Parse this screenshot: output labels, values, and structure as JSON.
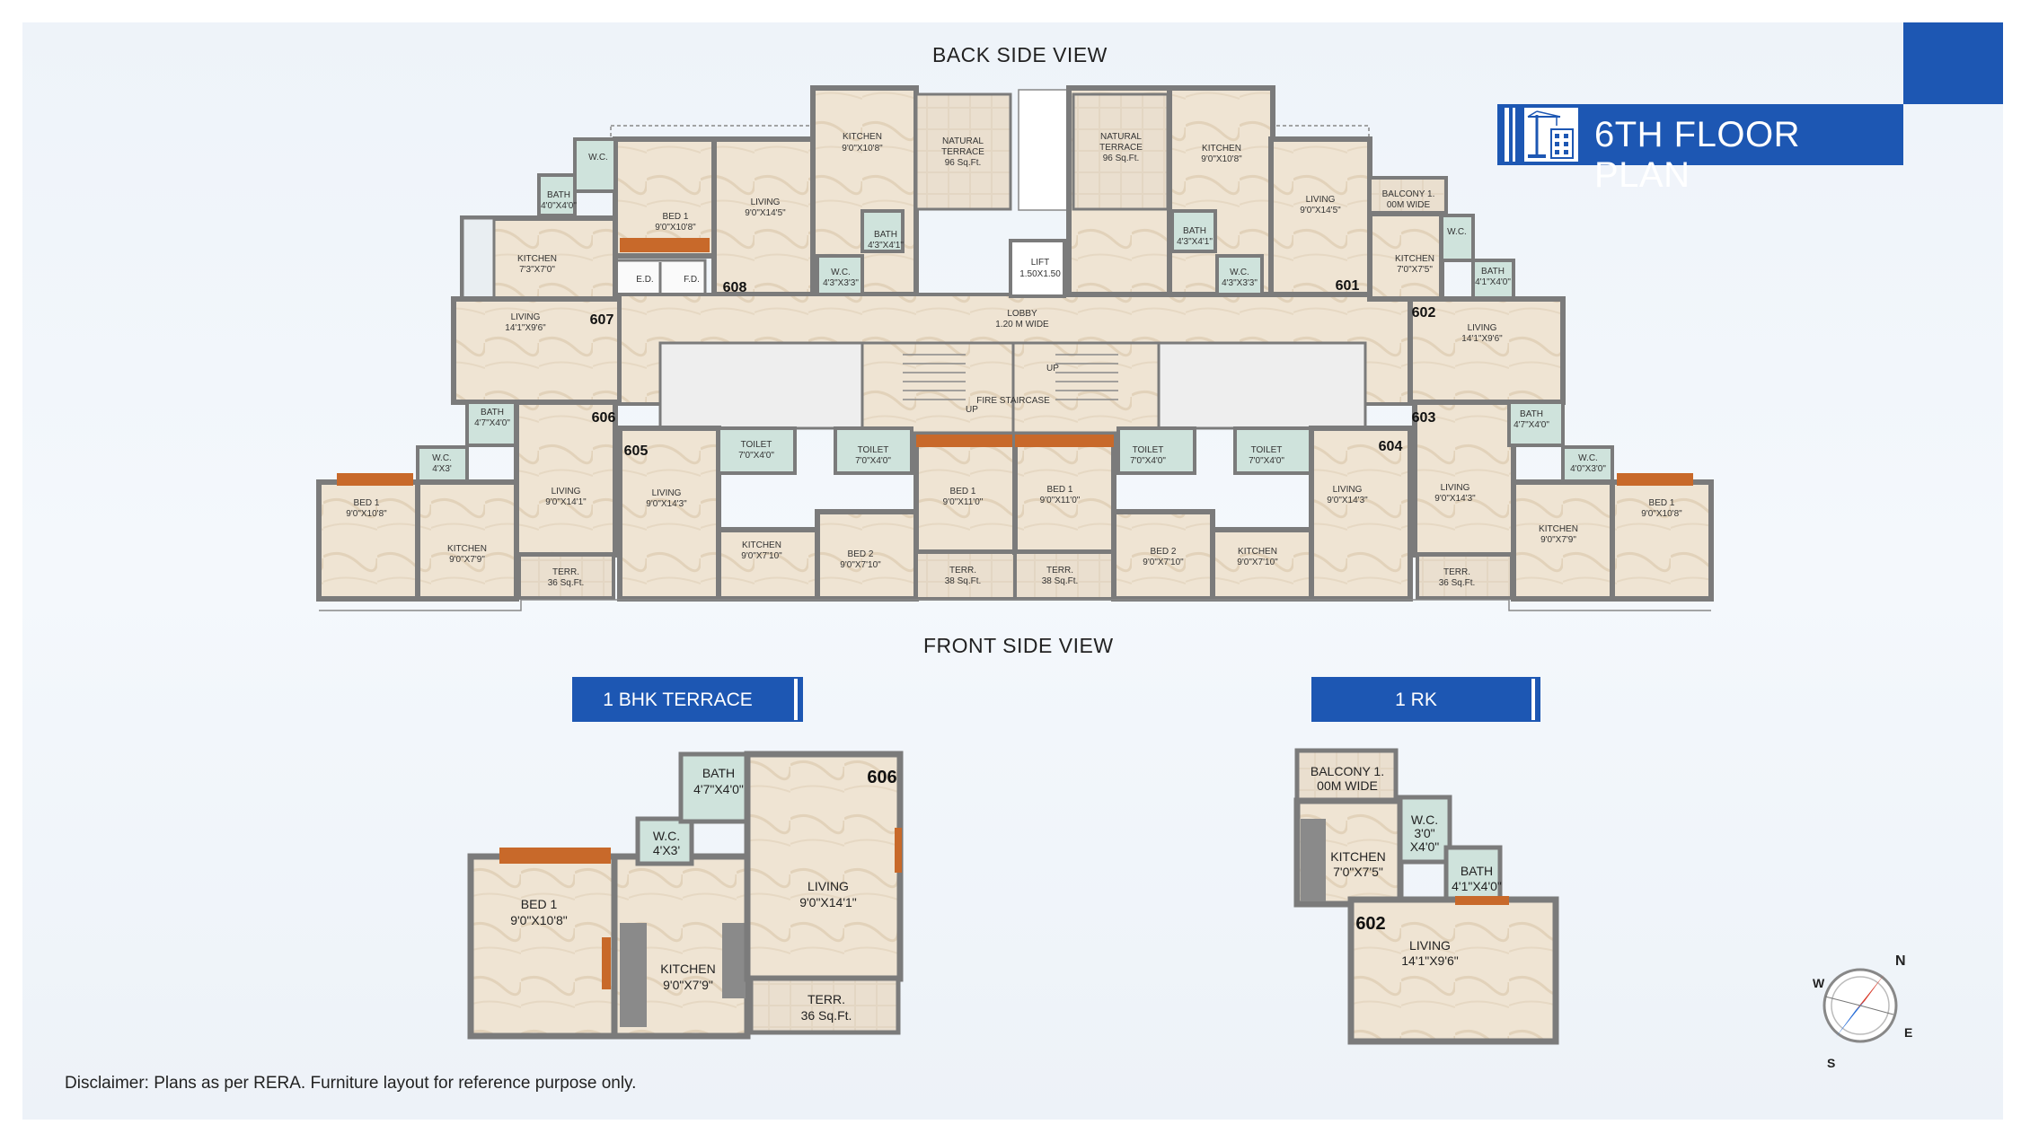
{
  "title": "6TH FLOOR PLAN",
  "views": {
    "back": "BACK SIDE VIEW",
    "front": "FRONT SIDE VIEW"
  },
  "units_main": {
    "u601": "601",
    "u602": "602",
    "u603": "603",
    "u604": "604",
    "u605": "605",
    "u606": "606",
    "u607": "607",
    "u608": "608"
  },
  "rooms": {
    "kitchen": "KITCHEN",
    "living": "LIVING",
    "bed1": "BED 1",
    "bed2": "BED 2",
    "bath": "BATH",
    "wc": "W.C.",
    "toilet": "TOILET",
    "terr": "TERR.",
    "natural_terrace": "NATURAL",
    "natural_terrace2": "TERRACE",
    "balcony": "BALCONY",
    "lift": "LIFT",
    "lobby": "LOBBY",
    "fire_staircase": "FIRE STAIRCASE",
    "up": "UP",
    "ed": "E.D.",
    "fd": "F.D."
  },
  "dims": {
    "k_9x10_8": "9'0\"X10'8\"",
    "liv_9x14_5": "9'0\"X14'5\"",
    "bed_9x10_8": "9'0\"X10'8\"",
    "nat_96": "96 Sq.Ft.",
    "bath_4_3x4_1": "4'3\"X4'1\"",
    "wc_4_3x3_3": "4'3\"X3'3\"",
    "lift_dim": "1.50X1.50",
    "lobby_dim": "1.20 M WIDE",
    "k_7_3x7": "7'3\"X7'0\"",
    "k_7x7_5": "7'0\"X7'5\"",
    "liv_14_1x9_6": "14'1\"X9'6\"",
    "bath_4x4": "4'0\"X4'0\"",
    "bath_4_1x4": "4'1\"X4'0\"",
    "wc_3x4": "3'0\" X4'0\"",
    "balc_1m": "1.00M WIDE",
    "balc_00m": "00M WIDE",
    "balc_1": "BALCONY 1.",
    "bath_4_7x4": "4'7\"X4'0\"",
    "wc_4x3": "4'X3'",
    "wc_4x3_0": "4'0\"X3'0\"",
    "liv_9x14_1": "9'0\"X14'1\"",
    "k_9x7_9": "9'0\"X7'9\"",
    "terr_36": "36 Sq.Ft.",
    "terr_38": "38 Sq.Ft.",
    "toilet_7x4": "7'0\"X4'0\"",
    "liv_9x14_3": "9'0\"X14'3\"",
    "k_9x7_10": "9'0\"X7'10\"",
    "bed2_9x7_10": "9'0\"X7'10\"",
    "bed1_9x11": "9'0\"X11'0\""
  },
  "unit_badges": {
    "bhk_terrace": "1 BHK TERRACE",
    "rk": "1 RK"
  },
  "detail_606": {
    "unit": "606",
    "bath": "BATH",
    "bath_dim": "4'7\"X4'0\"",
    "wc": "W.C.",
    "wc_dim": "4'X3'",
    "living": "LIVING",
    "living_dim": "9'0\"X14'1\"",
    "bed": "BED 1",
    "bed_dim": "9'0\"X10'8\"",
    "kitchen": "KITCHEN",
    "kitchen_dim": "9'0\"X7'9\"",
    "terr": "TERR.",
    "terr_dim": "36 Sq.Ft."
  },
  "detail_602": {
    "unit": "602",
    "balcony": "BALCONY 1.",
    "balcony_dim": "00M WIDE",
    "kitchen": "KITCHEN",
    "kitchen_dim": "7'0\"X7'5\"",
    "wc": "W.C.",
    "wc_dim1": "3'0\"",
    "wc_dim2": "X4'0\"",
    "bath": "BATH",
    "bath_dim": "4'1\"X4'0\"",
    "living": "LIVING",
    "living_dim": "14'1\"X9'6\""
  },
  "compass": {
    "n": "N",
    "s": "S",
    "e": "E",
    "w": "W"
  },
  "disclaimer": "Disclaimer: Plans as per RERA. Furniture layout for reference purpose only.",
  "colors": {
    "brand_blue": "#1d57b3",
    "wall": "#7b7b7b",
    "floor": "#f2ebe0",
    "wet": "#cfe3dc",
    "accent": "#c8692a"
  }
}
